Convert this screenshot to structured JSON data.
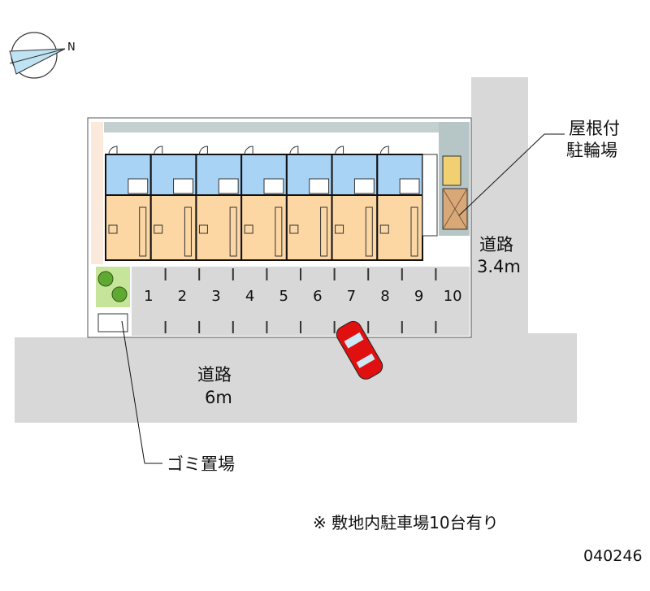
{
  "labels": {
    "bicycle_parking_line1": "屋根付",
    "bicycle_parking_line2": "駐輪場",
    "side_road_name": "道路",
    "side_road_width": "3.4m",
    "main_road_name": "道路",
    "main_road_width": "6m",
    "garbage": "ゴミ置場",
    "note": "※ 敷地内駐車場10台有り",
    "code": "040246",
    "compass": "N"
  },
  "parking_spaces": [
    "1",
    "2",
    "3",
    "4",
    "5",
    "6",
    "7",
    "8",
    "9",
    "10"
  ],
  "units": 7,
  "colors": {
    "road": "#d8d8d8",
    "room": "#fcd7a4",
    "bath": "#a9d3f5",
    "car": "#e01010",
    "green": "#5fa832"
  }
}
